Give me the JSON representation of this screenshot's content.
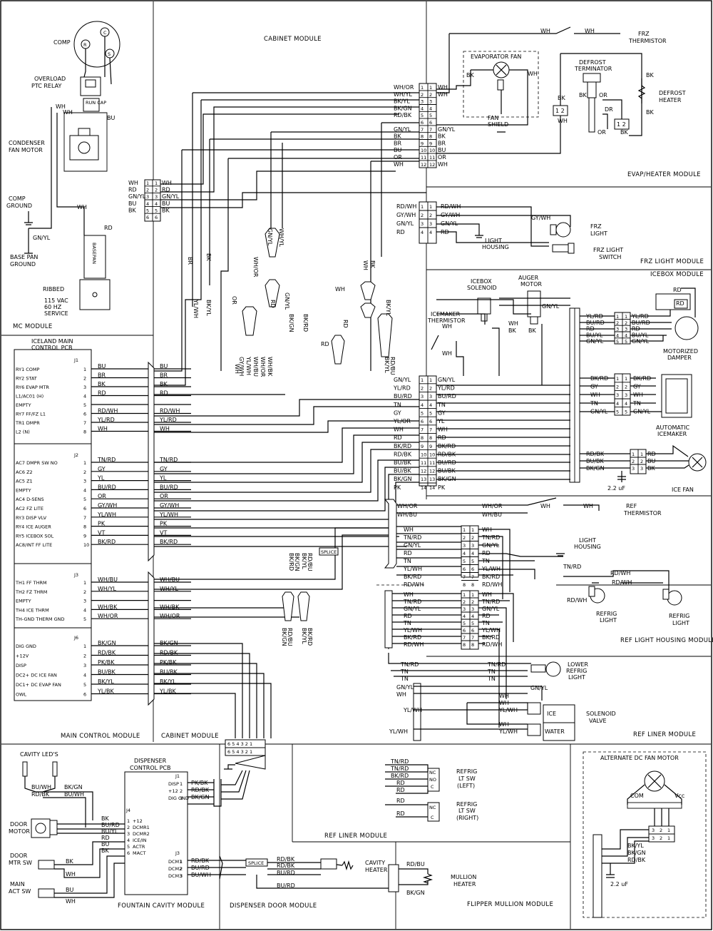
{
  "modules": {
    "cabinet_top": "CABINET MODULE",
    "evap_heater": "EVAP/HEATER MODULE",
    "frz_light": "FRZ LIGHT MODULE",
    "icebox": "ICEBOX MODULE",
    "mc": "MC MODULE",
    "main_control": "MAIN CONTROL MODULE",
    "cabinet_bottom": "CABINET MODULE",
    "ref_light_housing": "REF LIGHT HOUSING MODULE",
    "ref_liner": "REF LINER MODULE",
    "ref_liner_bottom": "REF LINER MODULE",
    "fountain_cavity": "FOUNTAIN CAVITY MODULE",
    "dispenser_door": "DISPENSER DOOR MODULE",
    "flipper_mullion": "FLIPPER MULLION MODULE",
    "alt_dc_fan": "ALTERNATE DC FAN MOTOR"
  },
  "components": {
    "comp": "COMP",
    "overload": "OVERLOAD",
    "ptc_relay": "PTC RELAY",
    "run_cap": "RUN CAP",
    "condenser_fan_1": "CONDENSER",
    "condenser_fan_2": "FAN MOTOR",
    "comp_ground_1": "COMP",
    "comp_ground_2": "GROUND",
    "base_pan_1": "BASE PAN",
    "base_pan_2": "GROUND",
    "ribbed": "RIBBED",
    "basepan": "BASEPAN",
    "service_1": "115 VAC",
    "service_2": "60 HZ",
    "service_3": "SERVICE",
    "evap_fan": "EVAPORATOR FAN",
    "fan_shield_1": "FAN",
    "fan_shield_2": "SHIELD",
    "defrost_term_1": "DEFROST",
    "defrost_term_2": "TERMINATOR",
    "defrost_heater_1": "DEFROST",
    "defrost_heater_2": "HEATER",
    "frz_therm_1": "FRZ",
    "frz_therm_2": "THERMISTOR",
    "frz_light_1": "FRZ",
    "frz_light_2": "LIGHT",
    "light_housing_1": "LIGHT",
    "light_housing_2": "HOUSING",
    "frz_light_sw_1": "FRZ LIGHT",
    "frz_light_sw_2": "SWITCH",
    "icebox_sol_1": "ICEBOX",
    "icebox_sol_2": "SOLENOID",
    "auger_1": "AUGER",
    "auger_2": "MOTOR",
    "icemaker_therm_1": "ICEMAKER",
    "icemaker_therm_2": "THERMISTOR",
    "damper_1": "MOTORIZED",
    "damper_2": "DAMPER",
    "auto_ice_1": "AUTOMATIC",
    "auto_ice_2": "ICEMAKER",
    "ice_fan": "ICE FAN",
    "cap_22": "2.2 uF",
    "ref_therm_1": "REF",
    "ref_therm_2": "THERMISTOR",
    "ref_light_housing_1": "LIGHT",
    "ref_light_housing_2": "HOUSING",
    "refrig_light_a1": "REFRIG",
    "refrig_light_a2": "LIGHT",
    "refrig_light_b1": "REFRIG",
    "refrig_light_b2": "LIGHT",
    "lower_light_1": "LOWER",
    "lower_light_2": "REFRIG",
    "lower_light_3": "LIGHT",
    "solenoid_1": "SOLENOID",
    "solenoid_2": "VALVE",
    "ice": "ICE",
    "water": "WATER",
    "refrig_sw_l1": "REFRIG",
    "refrig_sw_l2": "LT SW",
    "refrig_sw_l3": "(LEFT)",
    "refrig_sw_r1": "REFRIG",
    "refrig_sw_r2": "LT SW",
    "refrig_sw_r3": "(RIGHT)",
    "cavity_leds": "CAVITY LED'S",
    "door_motor_1": "DOOR",
    "door_motor_2": "MOTOR",
    "door_mtr_sw_1": "DOOR",
    "door_mtr_sw_2": "MTR SW",
    "main_act_sw_1": "MAIN",
    "main_act_sw_2": "ACT SW",
    "dispenser_pcb_1": "DISPENSER",
    "dispenser_pcb_2": "CONTROL PCB",
    "cavity_heater_1": "CAVITY",
    "cavity_heater_2": "HEATER",
    "mullion_heater_1": "MULLION",
    "mullion_heater_2": "HEATER",
    "com": "COM",
    "vcc": "Vcc",
    "splice": "SPLICE",
    "main_pcb_1": "ICELAND MAIN",
    "main_pcb_2": "CONTROL PCB"
  },
  "connectors": {
    "j1": {
      "name": "J1",
      "pins": [
        "RY1 COMP",
        "RY2 STAT",
        "RY6 EVAP MTR",
        "L1/AC01 (H)",
        "EMPTY",
        "RY7 FF/FZ L1",
        "TR1 DMPR",
        "L2 (N)"
      ],
      "wires": [
        "BU",
        "BR",
        "BK",
        "RD",
        "",
        "RD/WH",
        "YL/RD",
        "WH"
      ]
    },
    "j2": {
      "name": "J2",
      "pins": [
        "AC7 DMPR SW NO",
        "AC6 Z2",
        "AC5 Z1",
        "EMPTY",
        "AC4 D-SENS",
        "AC2 FZ LITE",
        "RY3 DISP VLV",
        "RY4 ICE AUGER",
        "RY5 ICEBOX SOL",
        "AC8/INT FF LITE"
      ],
      "wires": [
        "TN/RD",
        "GY",
        "YL",
        "BU/RD",
        "OR",
        "GY/WH",
        "YL/WH",
        "PK",
        "VT",
        "BK/RD"
      ]
    },
    "j3": {
      "name": "J3",
      "pins": [
        "TH1 FF THRM",
        "TH2 FZ THRM",
        "EMPTY",
        "TH4 ICE THRM",
        "TH-GND THERM GND"
      ],
      "wires": [
        "WH/BU",
        "WH/YL",
        "",
        "WH/BK",
        "WH/OR"
      ]
    },
    "j6": {
      "name": "J6",
      "pins": [
        "DIG GND",
        "+12V",
        "DISP",
        "DC2+ DC ICE FAN",
        "DC1+ DC EVAP FAN",
        "OWL"
      ],
      "wires": [
        "BK/GN",
        "RD/BK",
        "PK/BK",
        "BU/BK",
        "BK/YL",
        "YL/BK"
      ]
    },
    "cab12": {
      "wires_left": [
        "WH/OR",
        "WH/YL",
        "BK/YL",
        "BK/GN",
        "RD/BK",
        "",
        "GN/YL",
        "BK",
        "BR",
        "BU",
        "OR",
        "WH"
      ],
      "wires_right": [
        "WH",
        "WH",
        "",
        "",
        "",
        "",
        "GN/YL",
        "BK",
        "BR",
        "BU",
        "OR",
        "WH"
      ]
    },
    "mc6": {
      "wires_left": [
        "WH",
        "RD",
        "GN/YL",
        "BU",
        "BK",
        ""
      ],
      "wires_right": [
        "WH",
        "RD",
        "GN/YL",
        "BU",
        "BK",
        ""
      ]
    },
    "frz4": {
      "wires_left": [
        "RD/WH",
        "GY/WH",
        "GN/YL",
        "RD"
      ],
      "wires_right": [
        "RD/WH",
        "GY/WH",
        "GN/YL",
        "RD"
      ]
    },
    "icebox14": {
      "wires_left": [
        "GN/YL",
        "YL/RD",
        "BU/RD",
        "TN",
        "GY",
        "YL/OR",
        "WH",
        "RD",
        "BK/RD",
        "RD/BK",
        "BU/BK",
        "BU/BK",
        "BK/GN",
        "PK"
      ],
      "wires_right": [
        "GN/YL",
        "YL/RD",
        "BU/RD",
        "TN",
        "GY",
        "YL",
        "WH",
        "RD",
        "BK/RD",
        "RD/BK",
        "BU/RD",
        "BU/BK",
        "BK/GN",
        "PK"
      ]
    },
    "damper5": {
      "wires_left": [
        "YL/RD",
        "BU/RD",
        "RD",
        "BU/YL",
        "GN/YL"
      ],
      "wires_right": [
        "YL/RD",
        "BU/RD",
        "RD",
        "BU/YL",
        "GN/YL"
      ]
    },
    "icemaker5": {
      "wires_left": [
        "BK/RD",
        "GY",
        "WH",
        "TN",
        "GN/YL"
      ],
      "wires_right": [
        "BK/RD",
        "GY",
        "WH",
        "TN",
        "GN/YL"
      ]
    },
    "icefan3": {
      "wires_left": [
        "RD/BK",
        "BU/BK",
        "BK/GN"
      ],
      "wires_right": [
        "RD",
        "BU",
        "BK"
      ]
    },
    "ref6": {
      "wires_left": [
        "WH",
        "TN/RD",
        "GN/YL",
        "RD",
        "TN",
        "YL/WH",
        "BK/RD",
        "RD/WH"
      ],
      "wires_right": [
        "WH",
        "TN/RD",
        "GN/YL",
        "RD",
        "TN",
        "YL/WH",
        "BK/RD",
        "RD/WH"
      ]
    },
    "liner8": {
      "wires_left": [
        "WH",
        "TN/RD",
        "GN/YL",
        "RD",
        "TN",
        "YL/WH",
        "BK/RD",
        "RD/WH"
      ],
      "wires_right": [
        "WH",
        "TN/RD",
        "GN/YL",
        "RD",
        "TN",
        "YL/WH",
        "BK/RD",
        "RD/WH"
      ]
    },
    "disp_j1": {
      "name": "J1",
      "pins": [
        "DISP",
        "+12",
        "DIG GND"
      ],
      "wires": [
        "PK/BK",
        "RD/BK",
        "BK/GN"
      ]
    },
    "disp_j4": {
      "name": "J4",
      "pins": [
        "+12",
        "DCMR1",
        "DCMR2",
        "ICE/IN",
        "ACTR",
        "MACT"
      ],
      "wires": [
        "BK",
        "BU/RD",
        "BU/YL",
        "RD",
        "BU",
        "BK"
      ]
    },
    "disp_j3": {
      "name": "J3",
      "pins": [
        "DCM1",
        "DCM2",
        "DCM3"
      ],
      "wires": [
        "RD/BK",
        "BU/RD",
        "BU/WH"
      ]
    },
    "alt_fan": {
      "pins": [
        "3",
        "2",
        "1"
      ],
      "wires": [
        "BK/YL",
        "BK/GN",
        "RD/BK"
      ]
    }
  },
  "wire_labels": {
    "misc": [
      "WH",
      "WH",
      "BU",
      "BK",
      "BU",
      "RD",
      "WH",
      "BK",
      "BK",
      "OR",
      "DR",
      "OR",
      "BK",
      "BK",
      "BR",
      "WH",
      "RD/BK",
      "WH",
      "WH",
      "GN/YL",
      "GN/YL",
      "GN/YL",
      "GY/WH",
      "WH",
      "WH",
      "BK",
      "BK",
      "BR",
      "BK",
      "BR",
      "BK/YL",
      "OR",
      "WH/OR",
      "GN/YL",
      "WH/YL",
      "RD",
      "WH",
      "RD/BK",
      "BK/GN",
      "RD",
      "BK/RD",
      "WH",
      "BK/YL",
      "RD/BK",
      "BU/RD",
      "YL/WH",
      "WH/BU",
      "WH/BK",
      "BK/RD",
      "BK/GN",
      "RD/WH",
      "TN/RD",
      "WH/OR",
      "GY/WH",
      "BK/YL",
      "WH/BU",
      "OR",
      "BU/BK",
      "RD/BU",
      "BU/WH",
      "RD/BK",
      "BK/GN",
      "BU/WH",
      "RD/BK",
      "RD/BK",
      "BU/RD",
      "BU/RD",
      "PK/BK",
      "RD/BK",
      "BU/BK",
      "BU/BK",
      "GN/YL",
      "BK",
      "BU",
      "WH",
      "BU/BK",
      "BU/RD",
      "BK",
      "BK",
      "TN/RD",
      "TN/RD",
      "BK/RD",
      "RD",
      "RD",
      "RD",
      "RD/WH",
      "TN/RD",
      "TN",
      "YL/WH",
      "TN",
      "GN/YL",
      "WH",
      "WH",
      "RD/WH",
      "TN/RD",
      "YL/WH"
    ]
  },
  "colors": {
    "ink": "#000000",
    "paper": "#ffffff"
  }
}
